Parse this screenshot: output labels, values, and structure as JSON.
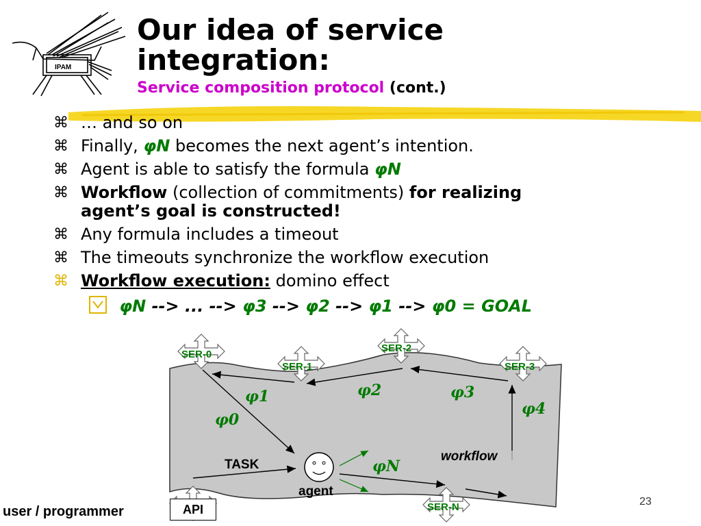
{
  "slide": {
    "title_line1": "Our idea of service",
    "title_line2": "integration:",
    "subtitle_main": "Service composition protocol",
    "subtitle_cont": "(cont.)",
    "page_number": "23"
  },
  "bullets": {
    "b1": "… and so on",
    "b2_pre": "Finally,",
    "b2_phi": "φN",
    "b2_post": "becomes the next agent’s intention.",
    "b3_pre": "Agent is able to satisfy the formula",
    "b3_phi": "φN",
    "b4_bold1": "Workflow",
    "b4_mid": "(collection of commitments)",
    "b4_bold2": "for realizing agent’s goal is constructed!",
    "b5": "Any formula includes a timeout",
    "b6": "The timeouts synchronize the workflow execution",
    "b7_bold": "Workflow execution:",
    "b7_rest": "domino effect"
  },
  "subbullet": {
    "phiN": "φN",
    "arr1": "--> ... -->",
    "phi3": "φ3",
    "arr2": "-->",
    "phi2": "φ2",
    "arr3": "-->",
    "phi1": "φ1",
    "arr4": "-->",
    "phi0": "φ0",
    "goal": "=  GOAL"
  },
  "diagram": {
    "services": [
      "SER-0",
      "SER-1",
      "SER-2",
      "SER-3",
      "SER-N"
    ],
    "formulas": {
      "phi0": "φ0",
      "phi1": "φ1",
      "phi2": "φ2",
      "phi3": "φ3",
      "phi4": "φ4",
      "phiN": "φN"
    },
    "task_label": "TASK",
    "agent_label": "agent",
    "workflow_label": "workflow",
    "api_label": "API",
    "user_label": "user / programmer"
  },
  "logo": {
    "text": "IPAM"
  },
  "colors": {
    "accent_magenta": "#cc00cc",
    "formula_green": "#007a00",
    "highlight_yellow": "#f5d000",
    "diagram_grey": "#c8c8c8"
  }
}
